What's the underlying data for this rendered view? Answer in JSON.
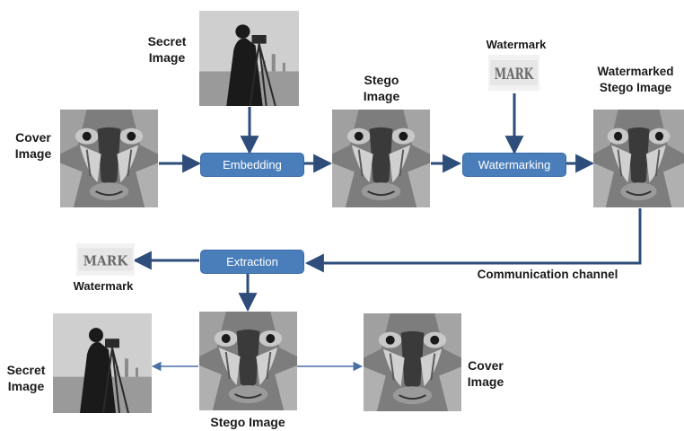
{
  "labels": {
    "cover_top": "Cover\nImage",
    "secret_top": "Secret\nImage",
    "stego_top": "Stego\nImage",
    "watermark_top": "Watermark",
    "watermarked_stego": "Watermarked\nStego Image",
    "watermark_bottom": "Watermark",
    "communication": "Communication channel",
    "secret_bottom": "Secret\nImage",
    "stego_bottom": "Stego Image",
    "cover_bottom": "Cover\nImage"
  },
  "processes": {
    "embedding": "Embedding",
    "watermarking": "Watermarking",
    "extraction": "Extraction"
  },
  "watermark_text": "MARK",
  "colors": {
    "process_fill": "#4a7ebb",
    "arrow": "#2e4d7b",
    "arrow_light": "#4a6fa5"
  },
  "icons": {
    "cover": "baboon-image",
    "secret": "cameraman-image",
    "watermark": "mark-logo-image"
  }
}
